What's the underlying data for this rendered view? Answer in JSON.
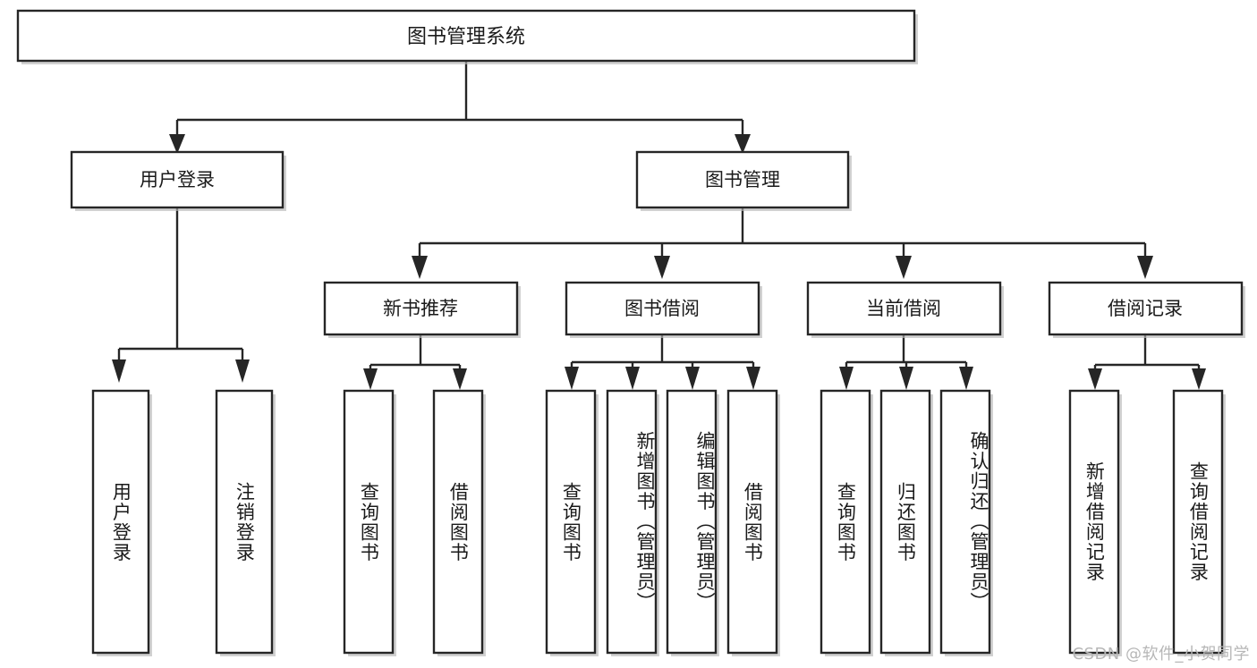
{
  "diagram": {
    "title": "图书管理系统",
    "type": "tree-hierarchy",
    "watermark": "CSDN @软件_小贺同学",
    "colors": {
      "box_stroke": "#262626",
      "box_fill": "#ffffff",
      "connector": "#262626",
      "shadow": "#b8b8b8",
      "text": "#1a1a1a",
      "watermark_text": "#b7b7b7",
      "background": "#ffffff"
    },
    "levels": {
      "root": {
        "label": "图书管理系统"
      },
      "level2": [
        {
          "id": "user-login",
          "label": "用户登录"
        },
        {
          "id": "book-management",
          "label": "图书管理"
        }
      ],
      "level3": [
        {
          "id": "new-book-recommend",
          "label": "新书推荐"
        },
        {
          "id": "book-borrow",
          "label": "图书借阅"
        },
        {
          "id": "current-borrow",
          "label": "当前借阅"
        },
        {
          "id": "borrow-record",
          "label": "借阅记录"
        }
      ],
      "leaves": {
        "user-login": [
          {
            "id": "leaf-user-login",
            "label": "用户登录"
          },
          {
            "id": "leaf-user-logout",
            "label": "注销登录"
          }
        ],
        "new-book-recommend": [
          {
            "id": "leaf-query-book-1",
            "label": "查询图书"
          },
          {
            "id": "leaf-borrow-book-1",
            "label": "借阅图书"
          }
        ],
        "book-borrow": [
          {
            "id": "leaf-query-book-2",
            "label": "查询图书"
          },
          {
            "id": "leaf-add-book",
            "label": "新增图书（管理员）"
          },
          {
            "id": "leaf-edit-book",
            "label": "编辑图书（管理员）"
          },
          {
            "id": "leaf-borrow-book-2",
            "label": "借阅图书"
          }
        ],
        "current-borrow": [
          {
            "id": "leaf-query-book-3",
            "label": "查询图书"
          },
          {
            "id": "leaf-return-book",
            "label": "归还图书"
          },
          {
            "id": "leaf-confirm-return",
            "label": "确认归还（管理员）"
          }
        ],
        "borrow-record": [
          {
            "id": "leaf-add-record",
            "label": "新增借阅记录"
          },
          {
            "id": "leaf-query-record",
            "label": "查询借阅记录"
          }
        ]
      }
    }
  }
}
